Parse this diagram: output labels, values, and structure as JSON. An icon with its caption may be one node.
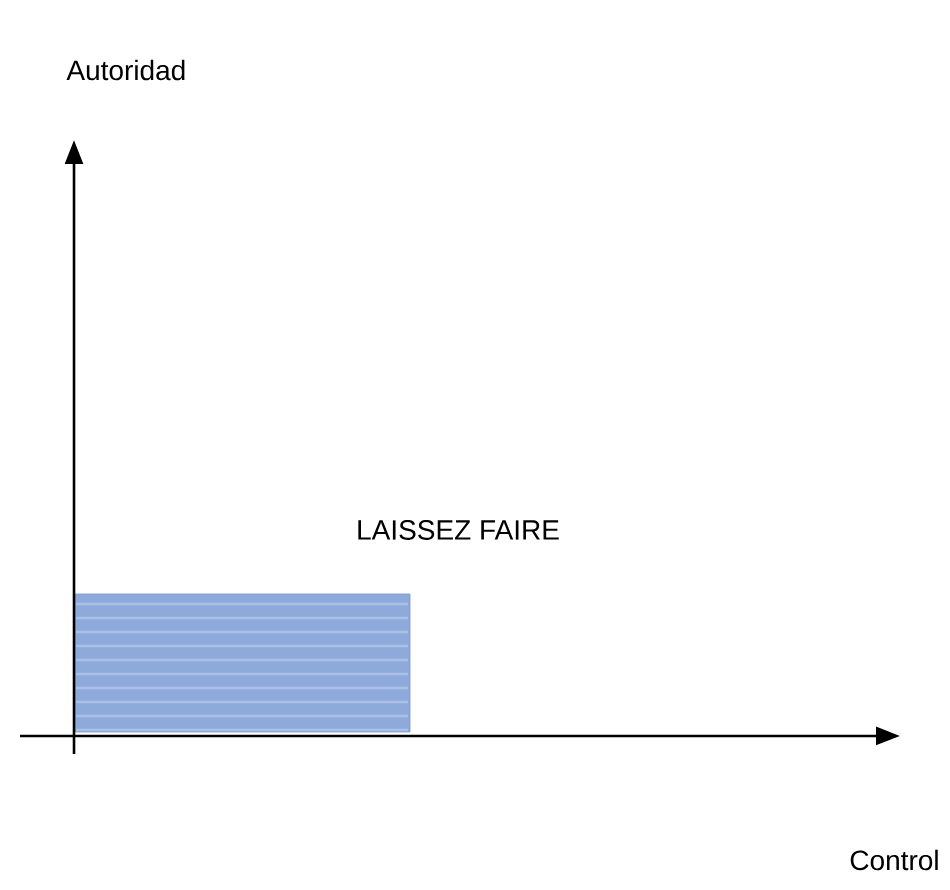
{
  "diagram": {
    "labels": [
      "Autoridad",
      "LAISSEZ FAIRE",
      "Control"
    ]
  }
}
